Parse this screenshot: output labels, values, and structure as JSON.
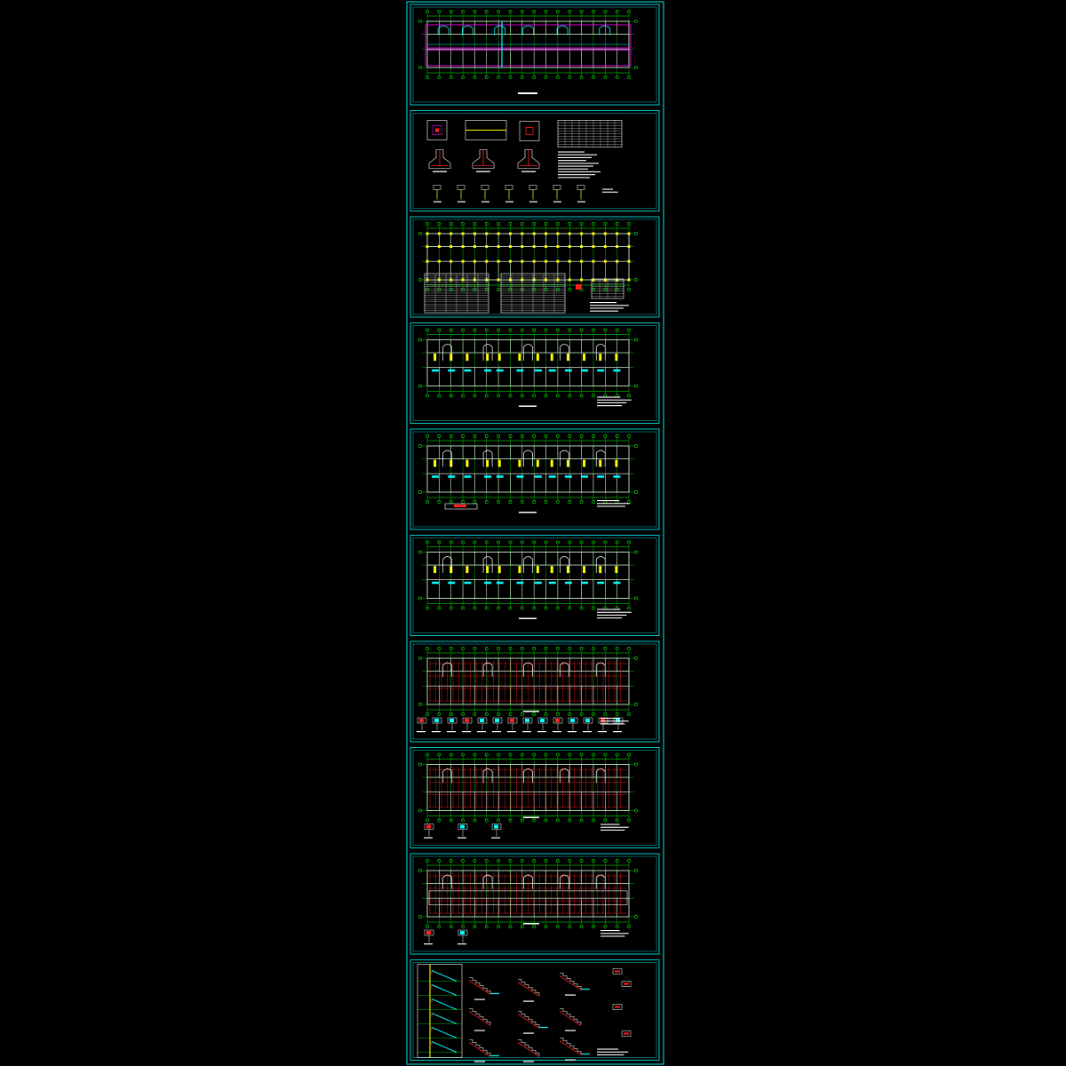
{
  "viewer": {
    "background": "#000000",
    "frame_color": "#00c8c8",
    "grid_color": "#00ff00",
    "wall_color": "#ffffff",
    "highlight_color": "#ffff00",
    "rebar_color": "#ff2020",
    "accent_color": "#ff00ff",
    "cyan_color": "#00ffff"
  },
  "sheets": [
    {
      "kind": "plan-foundation",
      "label": "",
      "details": "none"
    },
    {
      "kind": "details-footings",
      "label": "",
      "details": "footings"
    },
    {
      "kind": "plan-columns",
      "label": "",
      "details": "tables"
    },
    {
      "kind": "plan-beams",
      "label": "",
      "details": "notes"
    },
    {
      "kind": "plan-beams",
      "label": "",
      "details": "section"
    },
    {
      "kind": "plan-beams",
      "label": "",
      "details": "notes"
    },
    {
      "kind": "plan-slab",
      "label": "",
      "details": "sections-row"
    },
    {
      "kind": "plan-slab",
      "label": "",
      "details": "sections-few"
    },
    {
      "kind": "plan-roof",
      "label": "",
      "details": "sections-two"
    },
    {
      "kind": "stair-details",
      "label": "",
      "details": "stairs"
    }
  ]
}
